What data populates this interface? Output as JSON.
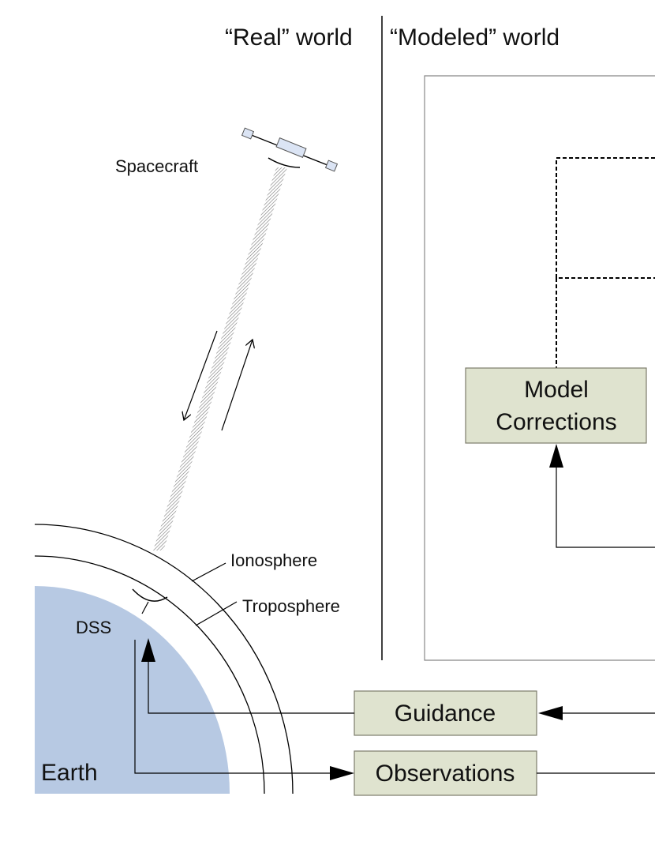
{
  "headers": {
    "real_world": "“Real” world",
    "modeled_world": "“Modeled” world"
  },
  "labels": {
    "spacecraft": "Spacecraft",
    "ionosphere": "Ionosphere",
    "troposphere": "Troposphere",
    "dss": "DSS",
    "earth": "Earth"
  },
  "boxes": {
    "model_corrections_line1": "Model",
    "model_corrections_line2": "Corrections",
    "guidance": "Guidance",
    "observations": "Observations"
  },
  "colors": {
    "earth": "#b7c9e3",
    "box_fill": "#dfe3cf",
    "box_stroke": "#7c7c6c",
    "spacecraft_body": "#dbe4f4"
  }
}
